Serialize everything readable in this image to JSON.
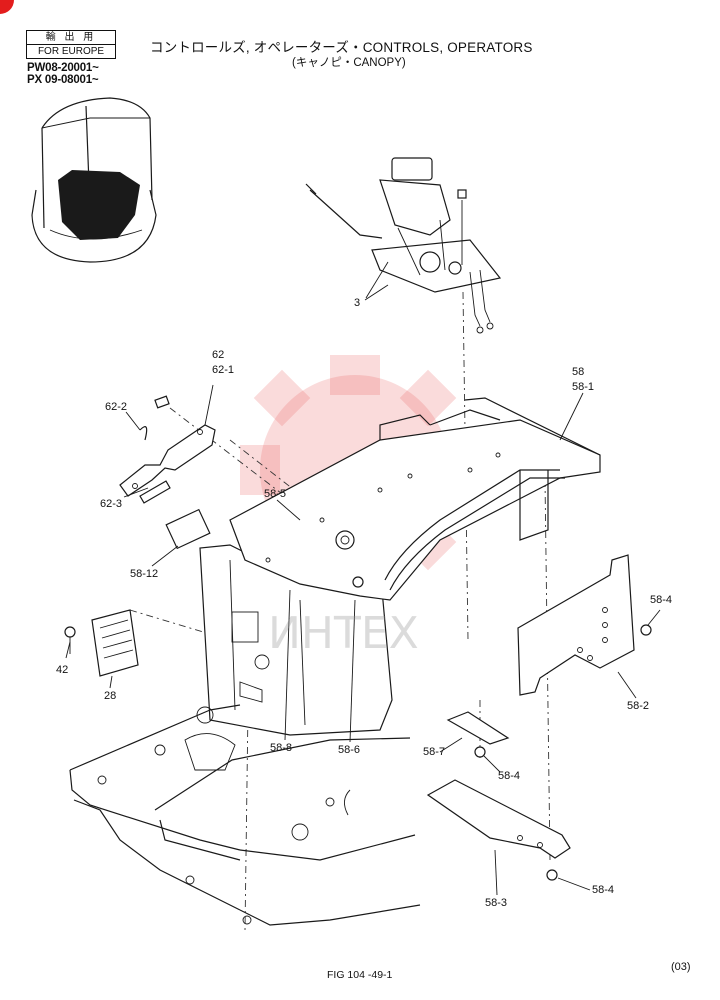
{
  "stamp": {
    "top": "輸 出 用",
    "bottom": "FOR EUROPE"
  },
  "models": [
    "PW08-20001~",
    "PX 09-08001~"
  ],
  "title": "コントロールズ, オペレーターズ・CONTROLS, OPERATORS",
  "subtitle": "(キャノピ・CANOPY)",
  "watermark": "ИНТЕХ",
  "figure_label": "FIG  104 -49-1",
  "page_code": "(03)",
  "colors": {
    "watermark": "#e85a5a",
    "ink": "#1a1a1a",
    "badge": "#e31d1d"
  },
  "labels": {
    "p3": "3",
    "p62": "62",
    "p62_1": "62-1",
    "p62_2": "62-2",
    "p62_3": "62-3",
    "p58": "58",
    "p58_1": "58-1",
    "p58_5": "58-5",
    "p58_12": "58-12",
    "p58_4a": "58-4",
    "p58_2": "58-2",
    "p42": "42",
    "p28": "28",
    "p58_8": "58-8",
    "p58_6": "58-6",
    "p58_7": "58-7",
    "p58_4b": "58-4",
    "p58_3": "58-3",
    "p58_4c": "58-4"
  }
}
